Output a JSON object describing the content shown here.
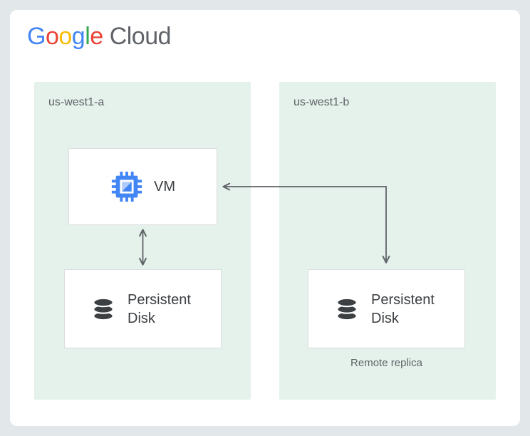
{
  "logo": {
    "letters": [
      {
        "ch": "G",
        "color": "#4285F4"
      },
      {
        "ch": "o",
        "color": "#EA4335"
      },
      {
        "ch": "o",
        "color": "#FBBC05"
      },
      {
        "ch": "g",
        "color": "#4285F4"
      },
      {
        "ch": "l",
        "color": "#34A853"
      },
      {
        "ch": "e",
        "color": "#EA4335"
      }
    ],
    "suffix": "Cloud"
  },
  "zones": [
    {
      "label": "us-west1-a"
    },
    {
      "label": "us-west1-b"
    }
  ],
  "nodes": {
    "vm": {
      "label": "VM",
      "icon": "compute-engine-chip-icon"
    },
    "disk_primary": {
      "label": "Persistent Disk",
      "icon": "database-cylinder-icon"
    },
    "disk_replica": {
      "label": "Persistent Disk",
      "icon": "database-cylinder-icon",
      "caption": "Remote replica"
    }
  },
  "connections": [
    {
      "from": "disk_primary",
      "to": "vm",
      "style": "vertical-double-arrow"
    },
    {
      "from": "disk_replica",
      "to": "vm",
      "style": "elbow-double-arrow"
    }
  ],
  "colors": {
    "background": "#E2E7E9",
    "card": "#FFFFFF",
    "zone_fill": "#E5F1EB",
    "node_border": "#DADCE0",
    "label_dark": "#3C4043",
    "label_gray": "#5F6368",
    "arrow": "#5F6368",
    "vm_blue": "#4285F4",
    "vm_blue_light": "#AECBFA",
    "disk_dark": "#3C4043"
  }
}
